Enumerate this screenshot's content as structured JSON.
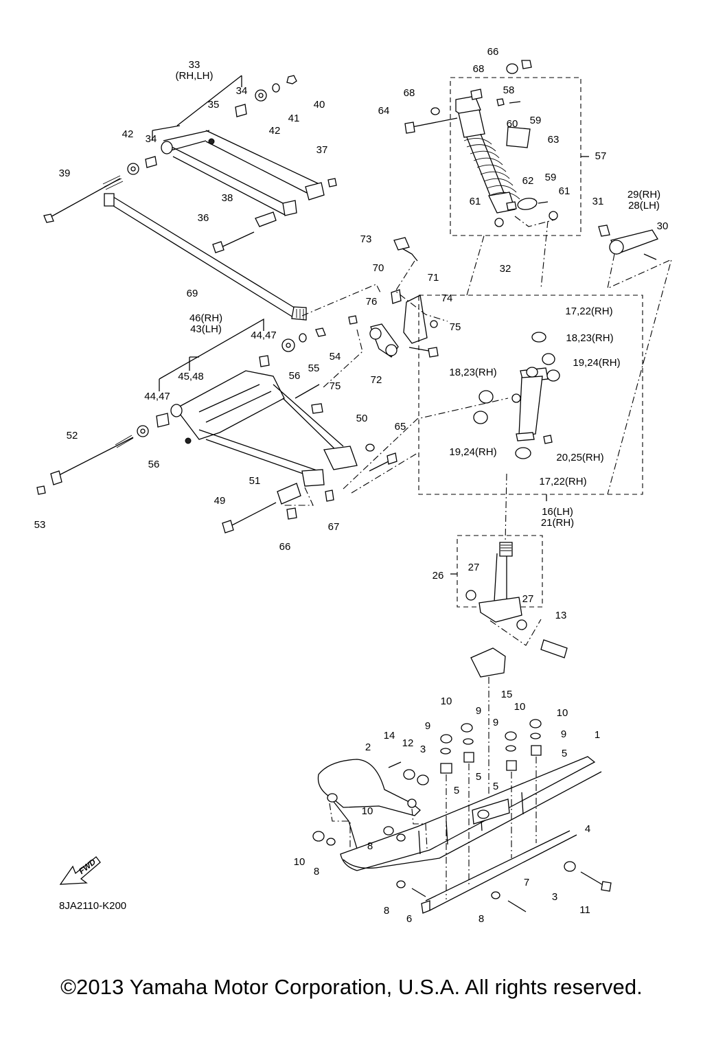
{
  "callouts": [
    {
      "id": "c-66a",
      "text": "66"
    },
    {
      "id": "c-68a",
      "text": "68"
    },
    {
      "id": "c-33",
      "text": "33\n(RH,LH)"
    },
    {
      "id": "c-34a",
      "text": "34"
    },
    {
      "id": "c-40",
      "text": "40"
    },
    {
      "id": "c-35",
      "text": "35"
    },
    {
      "id": "c-41",
      "text": "41"
    },
    {
      "id": "c-42a",
      "text": "42"
    },
    {
      "id": "c-42b",
      "text": "42"
    },
    {
      "id": "c-34b",
      "text": "34"
    },
    {
      "id": "c-37",
      "text": "37"
    },
    {
      "id": "c-39",
      "text": "39"
    },
    {
      "id": "c-38",
      "text": "38"
    },
    {
      "id": "c-36",
      "text": "36"
    },
    {
      "id": "c-69",
      "text": "69"
    },
    {
      "id": "c-68b",
      "text": "68"
    },
    {
      "id": "c-58",
      "text": "58"
    },
    {
      "id": "c-64",
      "text": "64"
    },
    {
      "id": "c-59a",
      "text": "59"
    },
    {
      "id": "c-60",
      "text": "60"
    },
    {
      "id": "c-63",
      "text": "63"
    },
    {
      "id": "c-57",
      "text": "57"
    },
    {
      "id": "c-62",
      "text": "62"
    },
    {
      "id": "c-59b",
      "text": "59"
    },
    {
      "id": "c-61a",
      "text": "61"
    },
    {
      "id": "c-61b",
      "text": "61"
    },
    {
      "id": "c-31",
      "text": "31"
    },
    {
      "id": "c-29-28",
      "text": "29(RH)\n28(LH)"
    },
    {
      "id": "c-30",
      "text": "30"
    },
    {
      "id": "c-73",
      "text": "73"
    },
    {
      "id": "c-32",
      "text": "32"
    },
    {
      "id": "c-70",
      "text": "70"
    },
    {
      "id": "c-71",
      "text": "71"
    },
    {
      "id": "c-76",
      "text": "76"
    },
    {
      "id": "c-74",
      "text": "74"
    },
    {
      "id": "c-75a",
      "text": "75"
    },
    {
      "id": "c-46-43",
      "text": "46(RH)\n43(LH)"
    },
    {
      "id": "c-44-47a",
      "text": "44,47"
    },
    {
      "id": "c-54",
      "text": "54"
    },
    {
      "id": "c-55",
      "text": "55"
    },
    {
      "id": "c-56a",
      "text": "56"
    },
    {
      "id": "c-72",
      "text": "72"
    },
    {
      "id": "c-17-22a",
      "text": "17,22(RH)"
    },
    {
      "id": "c-18-23a",
      "text": "18,23(RH)"
    },
    {
      "id": "c-19-24a",
      "text": "19,24(RH)"
    },
    {
      "id": "c-18-23b",
      "text": "18,23(RH)"
    },
    {
      "id": "c-45-48",
      "text": "45,48"
    },
    {
      "id": "c-44-47b",
      "text": "44,47"
    },
    {
      "id": "c-75b",
      "text": "75"
    },
    {
      "id": "c-52",
      "text": "52"
    },
    {
      "id": "c-56b",
      "text": "56"
    },
    {
      "id": "c-50",
      "text": "50"
    },
    {
      "id": "c-65",
      "text": "65"
    },
    {
      "id": "c-19-24b",
      "text": "19,24(RH)"
    },
    {
      "id": "c-20-25",
      "text": "20,25(RH)"
    },
    {
      "id": "c-51",
      "text": "51"
    },
    {
      "id": "c-17-22b",
      "text": "17,22(RH)"
    },
    {
      "id": "c-49",
      "text": "49"
    },
    {
      "id": "c-53",
      "text": "53"
    },
    {
      "id": "c-67",
      "text": "67"
    },
    {
      "id": "c-66b",
      "text": "66"
    },
    {
      "id": "c-16-21",
      "text": "16(LH)\n21(RH)"
    },
    {
      "id": "c-26",
      "text": "26"
    },
    {
      "id": "c-27a",
      "text": "27"
    },
    {
      "id": "c-27b",
      "text": "27"
    },
    {
      "id": "c-13",
      "text": "13"
    },
    {
      "id": "c-15",
      "text": "15"
    },
    {
      "id": "c-10a",
      "text": "10"
    },
    {
      "id": "c-9a",
      "text": "9"
    },
    {
      "id": "c-10b",
      "text": "10"
    },
    {
      "id": "c-10c",
      "text": "10"
    },
    {
      "id": "c-9b",
      "text": "9"
    },
    {
      "id": "c-9c",
      "text": "9"
    },
    {
      "id": "c-9d",
      "text": "9"
    },
    {
      "id": "c-14",
      "text": "14"
    },
    {
      "id": "c-12",
      "text": "12"
    },
    {
      "id": "c-3a",
      "text": "3"
    },
    {
      "id": "c-2",
      "text": "2"
    },
    {
      "id": "c-5a",
      "text": "5"
    },
    {
      "id": "c-5b",
      "text": "5"
    },
    {
      "id": "c-5c",
      "text": "5"
    },
    {
      "id": "c-5d",
      "text": "5"
    },
    {
      "id": "c-1",
      "text": "1"
    },
    {
      "id": "c-10d",
      "text": "10"
    },
    {
      "id": "c-8a",
      "text": "8"
    },
    {
      "id": "c-4",
      "text": "4"
    },
    {
      "id": "c-10e",
      "text": "10"
    },
    {
      "id": "c-8b",
      "text": "8"
    },
    {
      "id": "c-7",
      "text": "7"
    },
    {
      "id": "c-3b",
      "text": "3"
    },
    {
      "id": "c-11",
      "text": "11"
    },
    {
      "id": "c-8c",
      "text": "8"
    },
    {
      "id": "c-6",
      "text": "6"
    },
    {
      "id": "c-8d",
      "text": "8"
    }
  ],
  "fwd_arrow": "FWD",
  "diagram_code": "8JA2110-K200",
  "copyright": "©2013 Yamaha Motor Corporation, U.S.A. All rights reserved."
}
